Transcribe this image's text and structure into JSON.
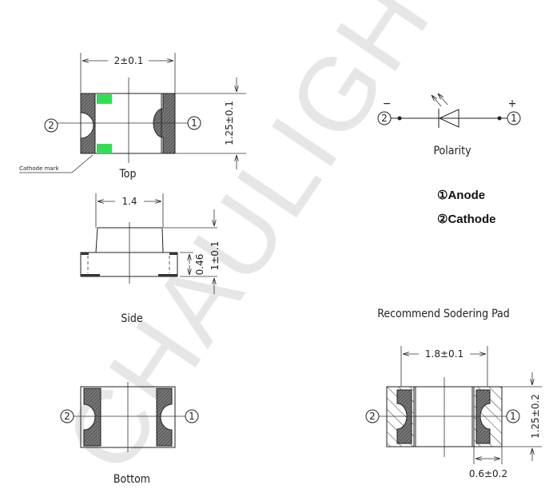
{
  "watermark": "CHAULIGHT",
  "top_view": {
    "label": "Top",
    "width_dim": "2±0.1",
    "height_dim": "1.25±0.1",
    "cathode_mark": "Cathode mark",
    "pin2": "2",
    "pin1": "1",
    "mark_color": "#33dd55"
  },
  "side_view": {
    "label": "Side",
    "width_dim": "1.4",
    "base_dim": "0.46",
    "height_dim": "1±0.1"
  },
  "bottom_view": {
    "label": "Bottom",
    "pin2": "2",
    "pin1": "1"
  },
  "polarity": {
    "label": "Polarity",
    "minus": "−",
    "plus": "+",
    "pin2": "2",
    "pin1": "1",
    "anode": "①Anode",
    "cathode": "②Cathode"
  },
  "solder_pad": {
    "title": "Recommend Sodering Pad",
    "width_dim": "1.8±0.1",
    "height_dim": "1.25±0.2",
    "pad_dim": "0.6±0.2",
    "pin2": "2",
    "pin1": "1"
  }
}
